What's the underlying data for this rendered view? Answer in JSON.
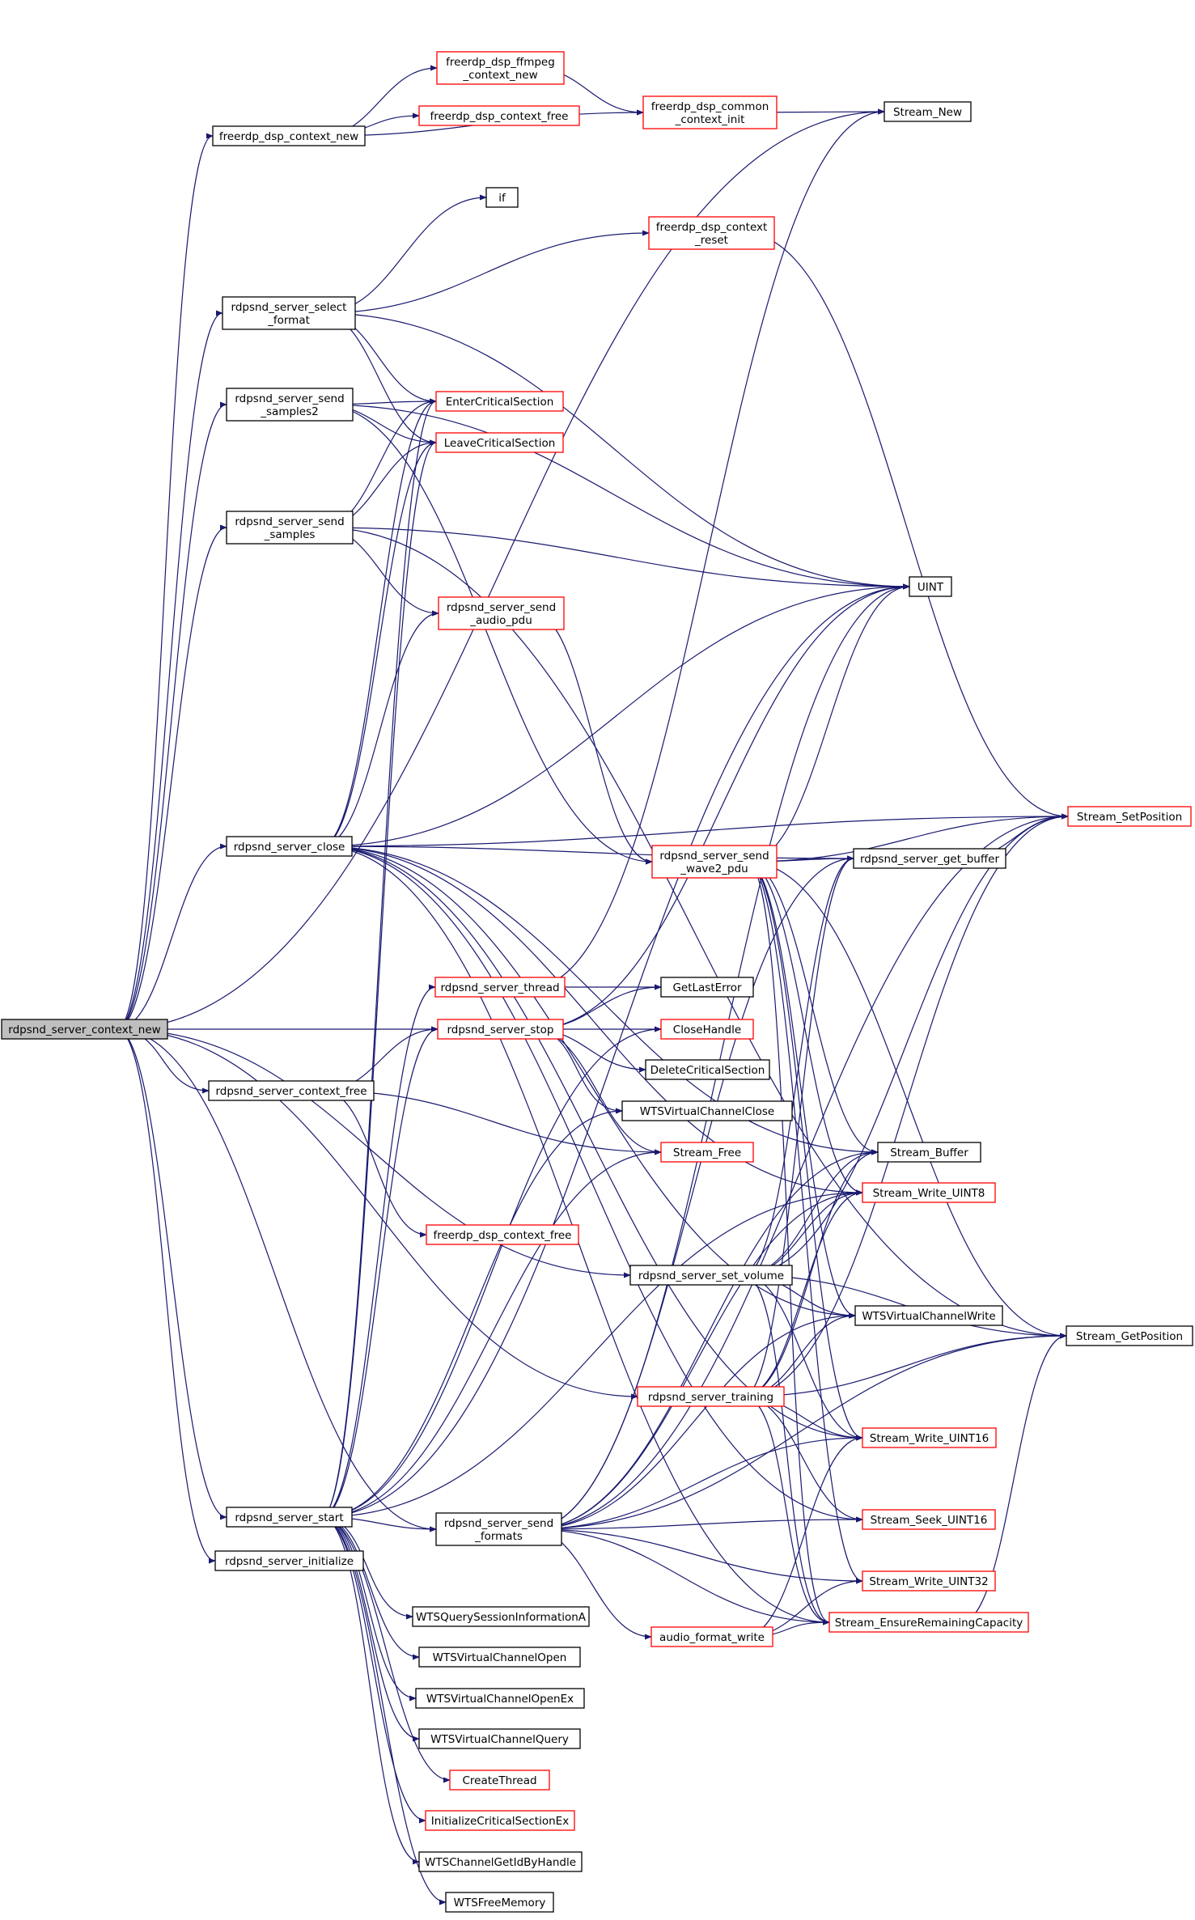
{
  "colors": {
    "edge": "#191970",
    "border_black": "#000000",
    "border_red": "#ff0000",
    "root_fill": "#bfbfbf",
    "node_fill": "#ffffff"
  },
  "nodes": [
    {
      "id": "root",
      "lines": [
        "rdpsnd_server_context_new"
      ],
      "style": "root"
    },
    {
      "id": "dsp_ctx_new",
      "lines": [
        "freerdp_dsp_context_new"
      ],
      "style": "black"
    },
    {
      "id": "ffmpeg",
      "lines": [
        "freerdp_dsp_ffmpeg",
        "_context_new"
      ],
      "style": "red"
    },
    {
      "id": "dsp_ctx_free1",
      "lines": [
        "freerdp_dsp_context_free"
      ],
      "style": "red"
    },
    {
      "id": "common_init",
      "lines": [
        "freerdp_dsp_common",
        "_context_init"
      ],
      "style": "red"
    },
    {
      "id": "stream_new",
      "lines": [
        "Stream_New"
      ],
      "style": "black"
    },
    {
      "id": "if",
      "lines": [
        "if"
      ],
      "style": "black"
    },
    {
      "id": "ctx_reset",
      "lines": [
        "freerdp_dsp_context",
        "_reset"
      ],
      "style": "red"
    },
    {
      "id": "select_format",
      "lines": [
        "rdpsnd_server_select",
        "_format"
      ],
      "style": "black"
    },
    {
      "id": "send_samples2",
      "lines": [
        "rdpsnd_server_send",
        "_samples2"
      ],
      "style": "black"
    },
    {
      "id": "enter_cs",
      "lines": [
        "EnterCriticalSection"
      ],
      "style": "red"
    },
    {
      "id": "leave_cs",
      "lines": [
        "LeaveCriticalSection"
      ],
      "style": "red"
    },
    {
      "id": "send_samples",
      "lines": [
        "rdpsnd_server_send",
        "_samples"
      ],
      "style": "black"
    },
    {
      "id": "uint",
      "lines": [
        "UINT"
      ],
      "style": "black"
    },
    {
      "id": "send_audio_pdu",
      "lines": [
        "rdpsnd_server_send",
        "_audio_pdu"
      ],
      "style": "red"
    },
    {
      "id": "stream_setpos",
      "lines": [
        "Stream_SetPosition"
      ],
      "style": "red"
    },
    {
      "id": "server_close",
      "lines": [
        "rdpsnd_server_close"
      ],
      "style": "black"
    },
    {
      "id": "send_wave2",
      "lines": [
        "rdpsnd_server_send",
        "_wave2_pdu"
      ],
      "style": "red"
    },
    {
      "id": "get_buffer",
      "lines": [
        "rdpsnd_server_get_buffer"
      ],
      "style": "black"
    },
    {
      "id": "server_thread",
      "lines": [
        "rdpsnd_server_thread"
      ],
      "style": "red"
    },
    {
      "id": "get_last_error",
      "lines": [
        "GetLastError"
      ],
      "style": "black"
    },
    {
      "id": "server_stop",
      "lines": [
        "rdpsnd_server_stop"
      ],
      "style": "red"
    },
    {
      "id": "close_handle",
      "lines": [
        "CloseHandle"
      ],
      "style": "red"
    },
    {
      "id": "delete_cs",
      "lines": [
        "DeleteCriticalSection"
      ],
      "style": "black"
    },
    {
      "id": "ctx_free",
      "lines": [
        "rdpsnd_server_context_free"
      ],
      "style": "black"
    },
    {
      "id": "wts_close",
      "lines": [
        "WTSVirtualChannelClose"
      ],
      "style": "black"
    },
    {
      "id": "stream_free",
      "lines": [
        "Stream_Free"
      ],
      "style": "red"
    },
    {
      "id": "stream_buffer",
      "lines": [
        "Stream_Buffer"
      ],
      "style": "black"
    },
    {
      "id": "dsp_ctx_free2",
      "lines": [
        "freerdp_dsp_context_free"
      ],
      "style": "red"
    },
    {
      "id": "write_u8",
      "lines": [
        "Stream_Write_UINT8"
      ],
      "style": "red"
    },
    {
      "id": "set_volume",
      "lines": [
        "rdpsnd_server_set_volume"
      ],
      "style": "black"
    },
    {
      "id": "wts_write",
      "lines": [
        "WTSVirtualChannelWrite"
      ],
      "style": "black"
    },
    {
      "id": "stream_getpos",
      "lines": [
        "Stream_GetPosition"
      ],
      "style": "black"
    },
    {
      "id": "server_training",
      "lines": [
        "rdpsnd_server_training"
      ],
      "style": "red"
    },
    {
      "id": "write_u16",
      "lines": [
        "Stream_Write_UINT16"
      ],
      "style": "red"
    },
    {
      "id": "server_start",
      "lines": [
        "rdpsnd_server_start"
      ],
      "style": "black"
    },
    {
      "id": "send_formats",
      "lines": [
        "rdpsnd_server_send",
        "_formats"
      ],
      "style": "black"
    },
    {
      "id": "seek_u16",
      "lines": [
        "Stream_Seek_UINT16"
      ],
      "style": "red"
    },
    {
      "id": "server_init",
      "lines": [
        "rdpsnd_server_initialize"
      ],
      "style": "black"
    },
    {
      "id": "write_u32",
      "lines": [
        "Stream_Write_UINT32"
      ],
      "style": "red"
    },
    {
      "id": "wts_query_session",
      "lines": [
        "WTSQuerySessionInformationA"
      ],
      "style": "black"
    },
    {
      "id": "audio_fmt_write",
      "lines": [
        "audio_format_write"
      ],
      "style": "red"
    },
    {
      "id": "ensure_capacity",
      "lines": [
        "Stream_EnsureRemainingCapacity"
      ],
      "style": "red"
    },
    {
      "id": "wts_open",
      "lines": [
        "WTSVirtualChannelOpen"
      ],
      "style": "black"
    },
    {
      "id": "wts_open_ex",
      "lines": [
        "WTSVirtualChannelOpenEx"
      ],
      "style": "black"
    },
    {
      "id": "wts_query",
      "lines": [
        "WTSVirtualChannelQuery"
      ],
      "style": "black"
    },
    {
      "id": "create_thread",
      "lines": [
        "CreateThread"
      ],
      "style": "red"
    },
    {
      "id": "init_cs_ex",
      "lines": [
        "InitializeCriticalSectionEx"
      ],
      "style": "red"
    },
    {
      "id": "wts_get_id",
      "lines": [
        "WTSChannelGetIdByHandle"
      ],
      "style": "black"
    },
    {
      "id": "wts_free_mem",
      "lines": [
        "WTSFreeMemory"
      ],
      "style": "black"
    }
  ],
  "edges": [
    [
      "root",
      "dsp_ctx_new"
    ],
    [
      "root",
      "stream_new"
    ],
    [
      "root",
      "select_format"
    ],
    [
      "root",
      "send_samples2"
    ],
    [
      "root",
      "send_samples"
    ],
    [
      "root",
      "server_close"
    ],
    [
      "root",
      "server_stop"
    ],
    [
      "root",
      "ctx_free"
    ],
    [
      "root",
      "set_volume"
    ],
    [
      "root",
      "server_training"
    ],
    [
      "root",
      "server_start"
    ],
    [
      "root",
      "send_formats"
    ],
    [
      "root",
      "server_init"
    ],
    [
      "dsp_ctx_new",
      "ffmpeg"
    ],
    [
      "dsp_ctx_new",
      "dsp_ctx_free1"
    ],
    [
      "dsp_ctx_new",
      "common_init"
    ],
    [
      "ffmpeg",
      "common_init"
    ],
    [
      "common_init",
      "stream_new"
    ],
    [
      "select_format",
      "if"
    ],
    [
      "select_format",
      "ctx_reset"
    ],
    [
      "select_format",
      "enter_cs"
    ],
    [
      "select_format",
      "leave_cs"
    ],
    [
      "select_format",
      "uint"
    ],
    [
      "ctx_reset",
      "stream_setpos"
    ],
    [
      "send_samples2",
      "enter_cs"
    ],
    [
      "send_samples2",
      "leave_cs"
    ],
    [
      "send_samples2",
      "send_wave2"
    ],
    [
      "send_samples2",
      "uint"
    ],
    [
      "send_samples",
      "enter_cs"
    ],
    [
      "send_samples",
      "leave_cs"
    ],
    [
      "send_samples",
      "send_audio_pdu"
    ],
    [
      "send_samples",
      "uint"
    ],
    [
      "send_samples",
      "stream_getpos"
    ],
    [
      "send_audio_pdu",
      "send_wave2"
    ],
    [
      "server_close",
      "enter_cs"
    ],
    [
      "server_close",
      "leave_cs"
    ],
    [
      "server_close",
      "send_audio_pdu"
    ],
    [
      "server_close",
      "uint"
    ],
    [
      "server_close",
      "get_buffer"
    ],
    [
      "server_close",
      "stream_setpos"
    ],
    [
      "server_close",
      "stream_buffer"
    ],
    [
      "server_close",
      "write_u8"
    ],
    [
      "server_close",
      "write_u16"
    ],
    [
      "server_close",
      "wts_write"
    ],
    [
      "server_close",
      "seek_u16"
    ],
    [
      "server_close",
      "ensure_capacity"
    ],
    [
      "send_wave2",
      "get_buffer"
    ],
    [
      "send_wave2",
      "stream_setpos"
    ],
    [
      "send_wave2",
      "uint"
    ],
    [
      "send_wave2",
      "stream_buffer"
    ],
    [
      "send_wave2",
      "write_u8"
    ],
    [
      "send_wave2",
      "write_u16"
    ],
    [
      "send_wave2",
      "write_u32"
    ],
    [
      "send_wave2",
      "ensure_capacity"
    ],
    [
      "send_wave2",
      "wts_write"
    ],
    [
      "send_wave2",
      "stream_getpos"
    ],
    [
      "get_buffer",
      "stream_setpos"
    ],
    [
      "server_thread",
      "get_last_error"
    ],
    [
      "server_thread",
      "stream_new"
    ],
    [
      "server_stop",
      "get_last_error"
    ],
    [
      "server_stop",
      "close_handle"
    ],
    [
      "server_stop",
      "delete_cs"
    ],
    [
      "server_stop",
      "wts_close"
    ],
    [
      "server_stop",
      "stream_free"
    ],
    [
      "server_stop",
      "uint"
    ],
    [
      "ctx_free",
      "server_stop"
    ],
    [
      "ctx_free",
      "stream_free"
    ],
    [
      "ctx_free",
      "dsp_ctx_free2"
    ],
    [
      "set_volume",
      "stream_buffer"
    ],
    [
      "set_volume",
      "write_u8"
    ],
    [
      "set_volume",
      "write_u16"
    ],
    [
      "set_volume",
      "wts_write"
    ],
    [
      "set_volume",
      "stream_getpos"
    ],
    [
      "set_volume",
      "stream_setpos"
    ],
    [
      "set_volume",
      "ensure_capacity"
    ],
    [
      "set_volume",
      "get_buffer"
    ],
    [
      "server_training",
      "get_buffer"
    ],
    [
      "server_training",
      "stream_buffer"
    ],
    [
      "server_training",
      "write_u8"
    ],
    [
      "server_training",
      "write_u16"
    ],
    [
      "server_training",
      "seek_u16"
    ],
    [
      "server_training",
      "wts_write"
    ],
    [
      "server_training",
      "stream_getpos"
    ],
    [
      "server_training",
      "stream_setpos"
    ],
    [
      "server_training",
      "ensure_capacity"
    ],
    [
      "server_start",
      "server_thread"
    ],
    [
      "server_start",
      "server_stop"
    ],
    [
      "server_start",
      "send_formats"
    ],
    [
      "server_start",
      "enter_cs"
    ],
    [
      "server_start",
      "leave_cs"
    ],
    [
      "server_start",
      "wts_query_session"
    ],
    [
      "server_start",
      "wts_open"
    ],
    [
      "server_start",
      "wts_open_ex"
    ],
    [
      "server_start",
      "wts_query"
    ],
    [
      "server_start",
      "create_thread"
    ],
    [
      "server_start",
      "init_cs_ex"
    ],
    [
      "server_start",
      "wts_get_id"
    ],
    [
      "server_start",
      "wts_free_mem"
    ],
    [
      "server_start",
      "close_handle"
    ],
    [
      "server_start",
      "stream_free"
    ],
    [
      "server_start",
      "wts_close"
    ],
    [
      "server_start",
      "uint"
    ],
    [
      "server_start",
      "write_u8"
    ],
    [
      "send_formats",
      "audio_fmt_write"
    ],
    [
      "send_formats",
      "write_u16"
    ],
    [
      "send_formats",
      "write_u32"
    ],
    [
      "send_formats",
      "seek_u16"
    ],
    [
      "send_formats",
      "ensure_capacity"
    ],
    [
      "send_formats",
      "stream_getpos"
    ],
    [
      "send_formats",
      "stream_setpos"
    ],
    [
      "send_formats",
      "wts_write"
    ],
    [
      "send_formats",
      "stream_buffer"
    ],
    [
      "send_formats",
      "write_u8"
    ],
    [
      "send_formats",
      "get_buffer"
    ],
    [
      "send_formats",
      "uint"
    ],
    [
      "audio_fmt_write",
      "write_u16"
    ],
    [
      "audio_fmt_write",
      "write_u32"
    ],
    [
      "audio_fmt_write",
      "ensure_capacity"
    ],
    [
      "ensure_capacity",
      "stream_getpos"
    ]
  ]
}
